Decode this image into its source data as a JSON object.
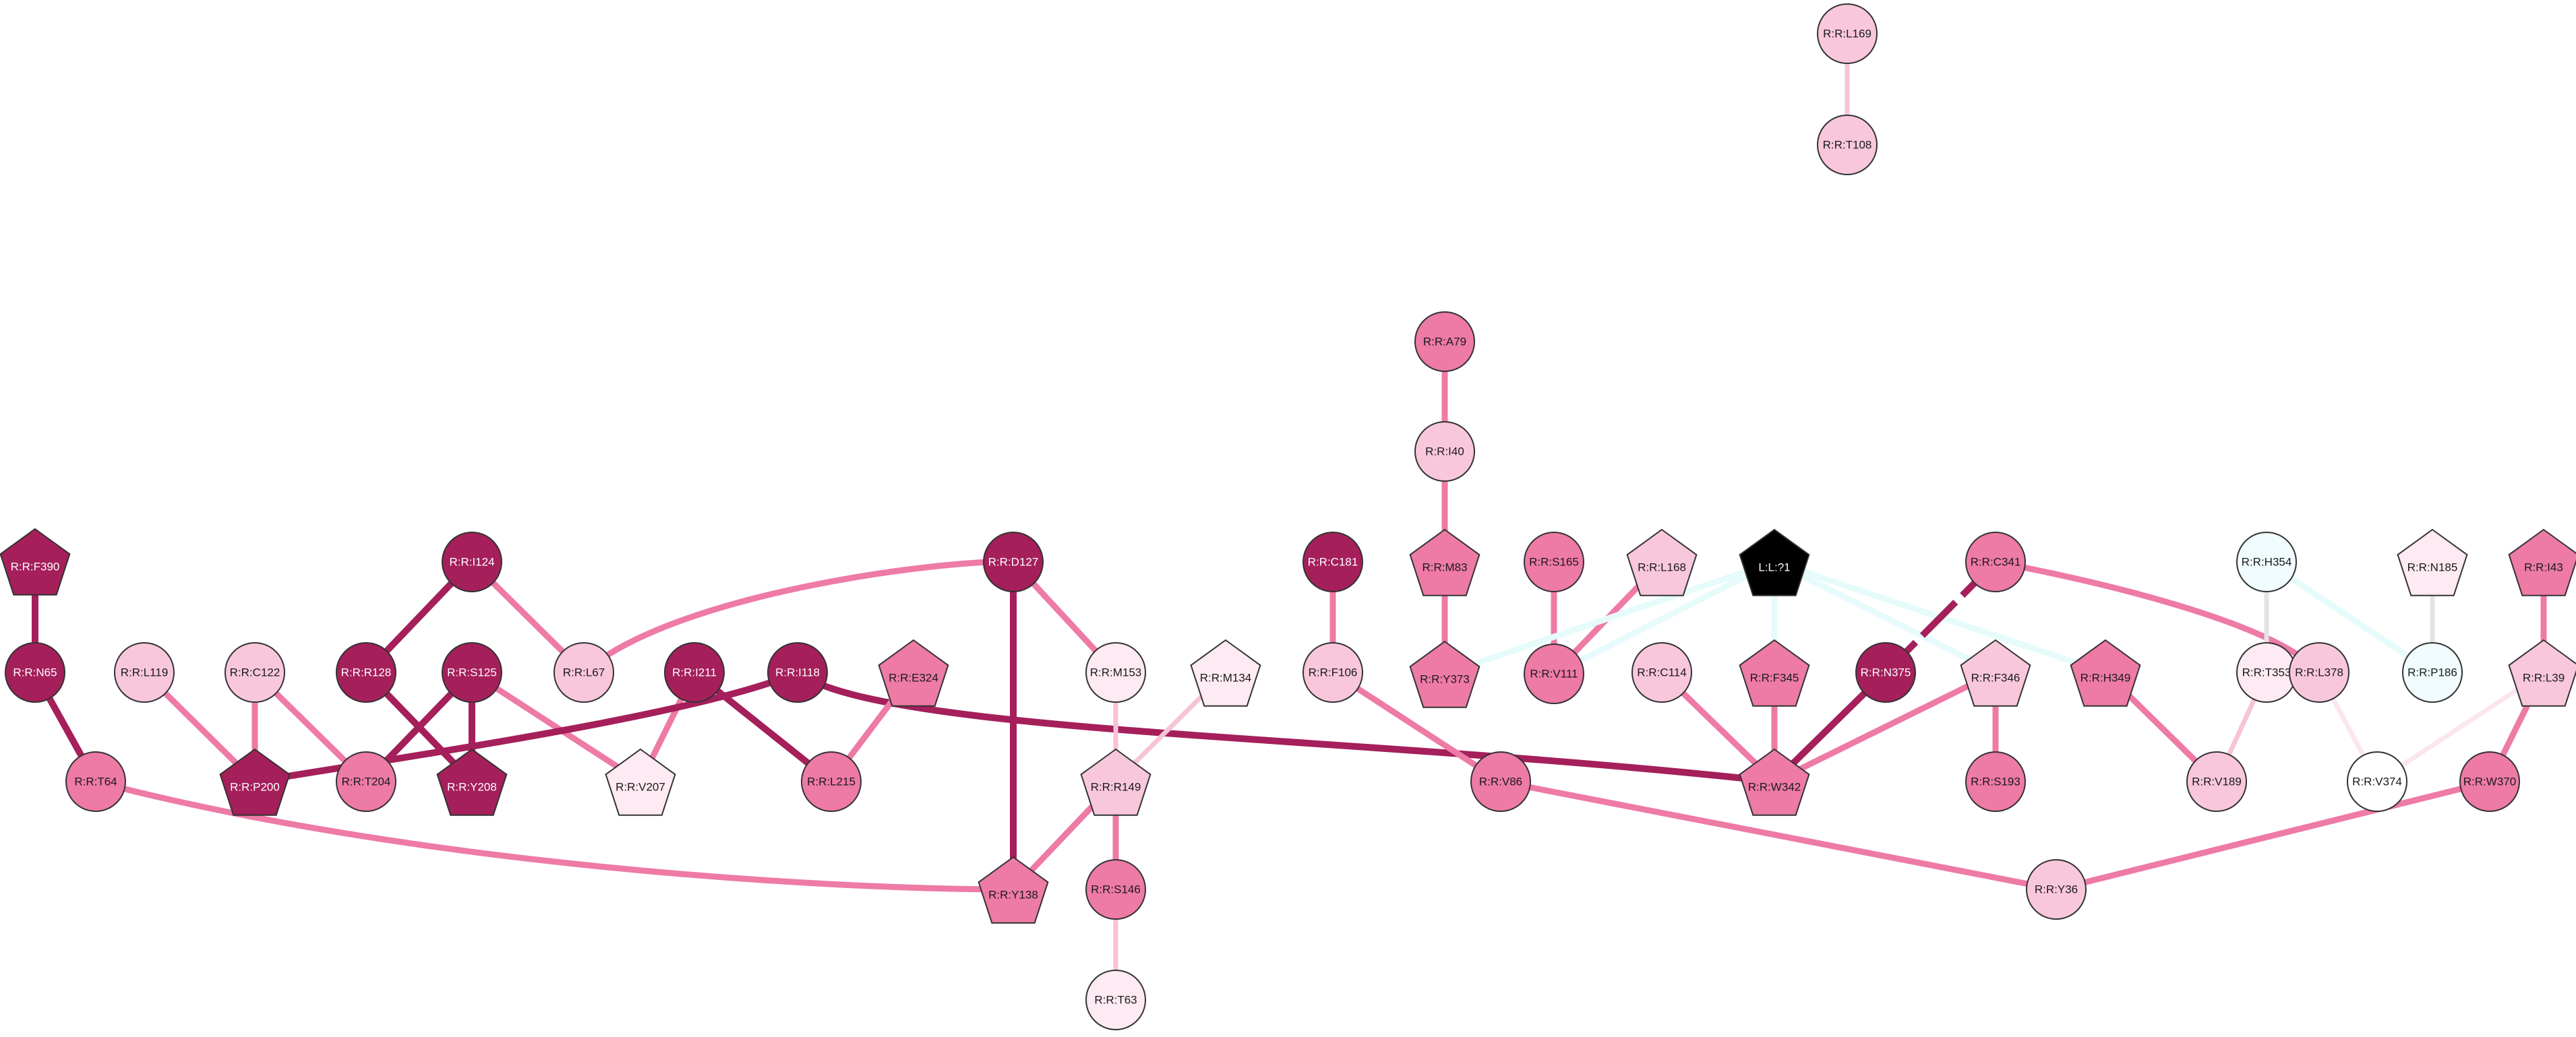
{
  "palette": {
    "dark": "#9e1f5a",
    "mid": "#ee7aa6",
    "light": "#f9c6da",
    "pale": "#fde8f0",
    "white": "#ffffff",
    "cyan": "#effcfd",
    "black": "#000000"
  },
  "nodes": [
    {
      "id": "L169",
      "label": "R:R:L169",
      "shape": "circle",
      "color": "light"
    },
    {
      "id": "T108",
      "label": "R:R:T108",
      "shape": "circle",
      "color": "light"
    },
    {
      "id": "A79",
      "label": "R:R:A79",
      "shape": "circle",
      "color": "mid"
    },
    {
      "id": "I40",
      "label": "R:R:I40",
      "shape": "circle",
      "color": "light"
    },
    {
      "id": "M83",
      "label": "R:R:M83",
      "shape": "pentagon",
      "color": "mid"
    },
    {
      "id": "Y373",
      "label": "R:R:Y373",
      "shape": "pentagon",
      "color": "mid"
    },
    {
      "id": "F390",
      "label": "R:R:F390",
      "shape": "pentagon",
      "color": "dark"
    },
    {
      "id": "N65",
      "label": "R:R:N65",
      "shape": "circle",
      "color": "dark"
    },
    {
      "id": "T64",
      "label": "R:R:T64",
      "shape": "circle",
      "color": "mid"
    },
    {
      "id": "L119",
      "label": "R:R:L119",
      "shape": "circle",
      "color": "light"
    },
    {
      "id": "C122",
      "label": "R:R:C122",
      "shape": "circle",
      "color": "light"
    },
    {
      "id": "P200",
      "label": "R:R:P200",
      "shape": "pentagon",
      "color": "dark"
    },
    {
      "id": "T204",
      "label": "R:R:T204",
      "shape": "circle",
      "color": "mid"
    },
    {
      "id": "I124",
      "label": "R:R:I124",
      "shape": "circle",
      "color": "dark"
    },
    {
      "id": "R128",
      "label": "R:R:R128",
      "shape": "circle",
      "color": "dark"
    },
    {
      "id": "S125",
      "label": "R:R:S125",
      "shape": "circle",
      "color": "dark"
    },
    {
      "id": "Y208",
      "label": "R:R:Y208",
      "shape": "pentagon",
      "color": "dark"
    },
    {
      "id": "L67",
      "label": "R:R:L67",
      "shape": "circle",
      "color": "light"
    },
    {
      "id": "V207",
      "label": "R:R:V207",
      "shape": "pentagon",
      "color": "pale"
    },
    {
      "id": "I211",
      "label": "R:R:I211",
      "shape": "circle",
      "color": "dark"
    },
    {
      "id": "I118",
      "label": "R:R:I118",
      "shape": "circle",
      "color": "dark"
    },
    {
      "id": "L215",
      "label": "R:R:L215",
      "shape": "circle",
      "color": "mid"
    },
    {
      "id": "E324",
      "label": "R:R:E324",
      "shape": "pentagon",
      "color": "mid"
    },
    {
      "id": "D127",
      "label": "R:R:D127",
      "shape": "circle",
      "color": "dark"
    },
    {
      "id": "M153",
      "label": "R:R:M153",
      "shape": "circle",
      "color": "pale"
    },
    {
      "id": "M134",
      "label": "R:R:M134",
      "shape": "pentagon",
      "color": "pale"
    },
    {
      "id": "R149",
      "label": "R:R:R149",
      "shape": "pentagon",
      "color": "light"
    },
    {
      "id": "Y138",
      "label": "R:R:Y138",
      "shape": "pentagon",
      "color": "mid"
    },
    {
      "id": "S146",
      "label": "R:R:S146",
      "shape": "circle",
      "color": "mid"
    },
    {
      "id": "T63",
      "label": "R:R:T63",
      "shape": "circle",
      "color": "pale"
    },
    {
      "id": "C181",
      "label": "R:R:C181",
      "shape": "circle",
      "color": "dark"
    },
    {
      "id": "F106",
      "label": "R:R:F106",
      "shape": "circle",
      "color": "light"
    },
    {
      "id": "V86",
      "label": "R:R:V86",
      "shape": "circle",
      "color": "mid"
    },
    {
      "id": "S165",
      "label": "R:R:S165",
      "shape": "circle",
      "color": "mid"
    },
    {
      "id": "V111",
      "label": "R:R:V111",
      "shape": "circle",
      "color": "mid"
    },
    {
      "id": "L168",
      "label": "R:R:L168",
      "shape": "pentagon",
      "color": "light"
    },
    {
      "id": "LIG",
      "label": "L:L:?1",
      "shape": "pentagon",
      "color": "black"
    },
    {
      "id": "C114",
      "label": "R:R:C114",
      "shape": "circle",
      "color": "light"
    },
    {
      "id": "F345",
      "label": "R:R:F345",
      "shape": "pentagon",
      "color": "mid"
    },
    {
      "id": "W342",
      "label": "R:R:W342",
      "shape": "pentagon",
      "color": "mid"
    },
    {
      "id": "C341",
      "label": "R:R:C341",
      "shape": "circle",
      "color": "mid"
    },
    {
      "id": "N375",
      "label": "R:R:N375",
      "shape": "circle",
      "color": "dark"
    },
    {
      "id": "F346",
      "label": "R:R:F346",
      "shape": "pentagon",
      "color": "light"
    },
    {
      "id": "S193",
      "label": "R:R:S193",
      "shape": "circle",
      "color": "mid"
    },
    {
      "id": "H349",
      "label": "R:R:H349",
      "shape": "pentagon",
      "color": "mid"
    },
    {
      "id": "V189",
      "label": "R:R:V189",
      "shape": "circle",
      "color": "light"
    },
    {
      "id": "H354",
      "label": "R:R:H354",
      "shape": "circle",
      "color": "cyan"
    },
    {
      "id": "T353",
      "label": "R:R:T353",
      "shape": "circle",
      "color": "pale"
    },
    {
      "id": "L378",
      "label": "R:R:L378",
      "shape": "circle",
      "color": "light"
    },
    {
      "id": "N185",
      "label": "R:R:N185",
      "shape": "pentagon",
      "color": "pale"
    },
    {
      "id": "P186",
      "label": "R:R:P186",
      "shape": "circle",
      "color": "cyan"
    },
    {
      "id": "I43",
      "label": "R:R:I43",
      "shape": "pentagon",
      "color": "mid"
    },
    {
      "id": "L39",
      "label": "R:R:L39",
      "shape": "pentagon",
      "color": "light"
    },
    {
      "id": "V374",
      "label": "R:R:V374",
      "shape": "circle",
      "color": "white"
    },
    {
      "id": "W370",
      "label": "R:R:W370",
      "shape": "circle",
      "color": "mid"
    },
    {
      "id": "Y36",
      "label": "R:R:Y36",
      "shape": "circle",
      "color": "light"
    }
  ],
  "edges": [
    {
      "from": "L169",
      "to": "T108",
      "color": "light",
      "weight": "thin"
    },
    {
      "from": "A79",
      "to": "I40",
      "color": "mid",
      "weight": "normal"
    },
    {
      "from": "I40",
      "to": "M83",
      "color": "mid",
      "weight": "normal"
    },
    {
      "from": "M83",
      "to": "Y373",
      "color": "mid",
      "weight": "normal"
    },
    {
      "from": "F390",
      "to": "N65",
      "color": "dark",
      "weight": "thick"
    },
    {
      "from": "N65",
      "to": "T64",
      "color": "dark",
      "weight": "thick"
    },
    {
      "from": "T64",
      "to": "Y138",
      "color": "mid",
      "weight": "normal"
    },
    {
      "from": "L119",
      "to": "P200",
      "color": "mid",
      "weight": "normal"
    },
    {
      "from": "C122",
      "to": "P200",
      "color": "mid",
      "weight": "normal"
    },
    {
      "from": "C122",
      "to": "T204",
      "color": "mid",
      "weight": "normal"
    },
    {
      "from": "I124",
      "to": "R128",
      "color": "dark",
      "weight": "thick"
    },
    {
      "from": "I124",
      "to": "L67",
      "color": "mid",
      "weight": "normal"
    },
    {
      "from": "R128",
      "to": "Y208",
      "color": "dark",
      "weight": "thick"
    },
    {
      "from": "S125",
      "to": "T204",
      "color": "dark",
      "weight": "thick"
    },
    {
      "from": "S125",
      "to": "Y208",
      "color": "dark",
      "weight": "thick"
    },
    {
      "from": "S125",
      "to": "V207",
      "color": "mid",
      "weight": "normal"
    },
    {
      "from": "D127",
      "to": "L67",
      "color": "mid",
      "weight": "normal"
    },
    {
      "from": "D127",
      "to": "M153",
      "color": "mid",
      "weight": "normal"
    },
    {
      "from": "D127",
      "to": "Y138",
      "color": "dark",
      "weight": "thick"
    },
    {
      "from": "I211",
      "to": "V207",
      "color": "mid",
      "weight": "normal"
    },
    {
      "from": "I211",
      "to": "L215",
      "color": "dark",
      "weight": "thick"
    },
    {
      "from": "I118",
      "to": "P200",
      "color": "dark",
      "weight": "thick"
    },
    {
      "from": "I118",
      "to": "W342",
      "color": "dark",
      "weight": "thick"
    },
    {
      "from": "E324",
      "to": "L215",
      "color": "mid",
      "weight": "normal"
    },
    {
      "from": "M153",
      "to": "R149",
      "color": "light",
      "weight": "thin"
    },
    {
      "from": "M134",
      "to": "R149",
      "color": "light",
      "weight": "thin"
    },
    {
      "from": "R149",
      "to": "Y138",
      "color": "mid",
      "weight": "normal"
    },
    {
      "from": "R149",
      "to": "S146",
      "color": "mid",
      "weight": "normal"
    },
    {
      "from": "S146",
      "to": "T63",
      "color": "light",
      "weight": "thin"
    },
    {
      "from": "C181",
      "to": "F106",
      "color": "mid",
      "weight": "normal"
    },
    {
      "from": "F106",
      "to": "V86",
      "color": "mid",
      "weight": "normal"
    },
    {
      "from": "V86",
      "to": "Y36",
      "color": "mid",
      "weight": "normal"
    },
    {
      "from": "S165",
      "to": "V111",
      "color": "mid",
      "weight": "normal"
    },
    {
      "from": "L168",
      "to": "V111",
      "color": "mid",
      "weight": "normal"
    },
    {
      "from": "LIG",
      "to": "Y373",
      "color": "cyan",
      "weight": "normal"
    },
    {
      "from": "LIG",
      "to": "V111",
      "color": "cyan",
      "weight": "normal"
    },
    {
      "from": "LIG",
      "to": "F345",
      "color": "cyan",
      "weight": "normal"
    },
    {
      "from": "LIG",
      "to": "F346",
      "color": "cyan",
      "weight": "normal"
    },
    {
      "from": "LIG",
      "to": "H349",
      "color": "cyan",
      "weight": "normal"
    },
    {
      "from": "C114",
      "to": "W342",
      "color": "mid",
      "weight": "normal"
    },
    {
      "from": "F345",
      "to": "W342",
      "color": "mid",
      "weight": "normal"
    },
    {
      "from": "N375",
      "to": "W342",
      "color": "dark",
      "weight": "thick"
    },
    {
      "from": "F346",
      "to": "W342",
      "color": "mid",
      "weight": "normal"
    },
    {
      "from": "C341",
      "to": "N375",
      "color": "dark",
      "weight": "thick",
      "dashed": true
    },
    {
      "from": "C341",
      "to": "L378",
      "color": "mid",
      "weight": "normal"
    },
    {
      "from": "F346",
      "to": "S193",
      "color": "mid",
      "weight": "normal"
    },
    {
      "from": "H349",
      "to": "V189",
      "color": "mid",
      "weight": "normal"
    },
    {
      "from": "T353",
      "to": "V189",
      "color": "light",
      "weight": "thin"
    },
    {
      "from": "H354",
      "to": "T353",
      "color": "grey",
      "weight": "thin"
    },
    {
      "from": "H354",
      "to": "P186",
      "color": "cyan",
      "weight": "normal"
    },
    {
      "from": "N185",
      "to": "P186",
      "color": "grey",
      "weight": "thin"
    },
    {
      "from": "L378",
      "to": "V374",
      "color": "pale",
      "weight": "thin"
    },
    {
      "from": "I43",
      "to": "L39",
      "color": "mid",
      "weight": "normal"
    },
    {
      "from": "L39",
      "to": "V374",
      "color": "pale",
      "weight": "thin"
    },
    {
      "from": "L39",
      "to": "W370",
      "color": "mid",
      "weight": "normal"
    },
    {
      "from": "W370",
      "to": "Y36",
      "color": "mid",
      "weight": "normal"
    }
  ]
}
